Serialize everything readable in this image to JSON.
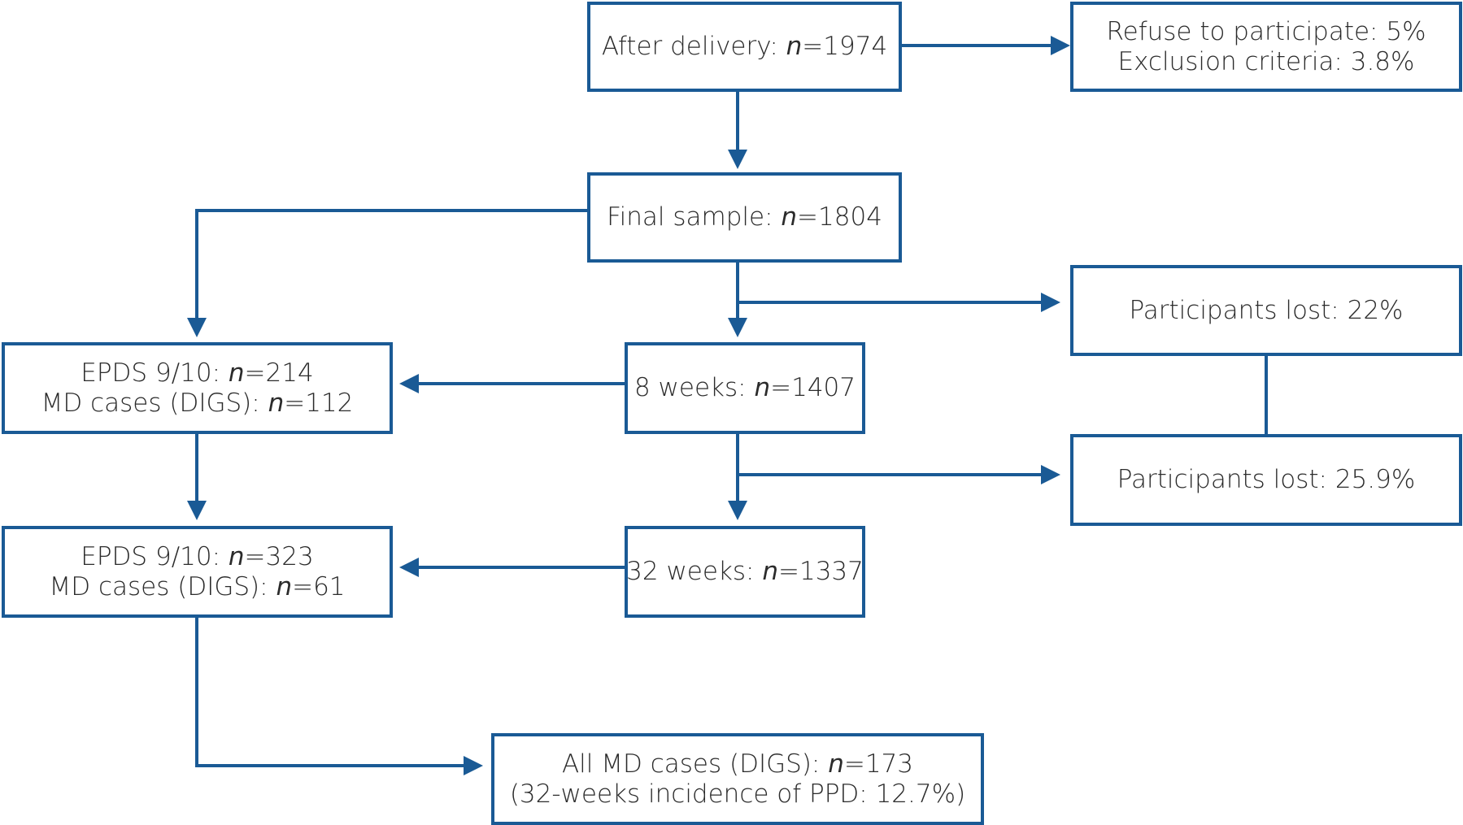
{
  "colors": {
    "stroke": "#1a5a95",
    "text": "#2b2b2b",
    "background": "#ffffff"
  },
  "nodes": {
    "after_delivery": {
      "prefix": "After delivery: ",
      "n": "n",
      "value": "=1974"
    },
    "excluded": {
      "line1": "Refuse to participate: 5%",
      "line2": "Exclusion criteria: 3.8%"
    },
    "final_sample": {
      "prefix": "Final sample: ",
      "n": "n",
      "value": "=1804"
    },
    "lost_8w": {
      "text": "Participants lost: 22%"
    },
    "epds_baseline": {
      "line1_prefix": "EPDS 9/10: ",
      "line1_n": "n",
      "line1_value": "=214",
      "line2_prefix": "MD cases (DIGS): ",
      "line2_n": "n",
      "line2_value": "=112"
    },
    "weeks8": {
      "prefix": "8 weeks: ",
      "n": "n",
      "value": "=1407"
    },
    "lost_32w": {
      "text": "Participants lost: 25.9%"
    },
    "epds_8w": {
      "line1_prefix": "EPDS 9/10: ",
      "line1_n": "n",
      "line1_value": "=323",
      "line2_prefix": "MD cases (DIGS): ",
      "line2_n": "n",
      "line2_value": "=61"
    },
    "weeks32": {
      "prefix": "32 weeks: ",
      "n": "n",
      "value": "=1337"
    },
    "all_md": {
      "line1_prefix": "All MD cases (DIGS): ",
      "line1_n": "n",
      "line1_value": "=173",
      "line2": "(32-weeks incidence of PPD: 12.7%)"
    }
  }
}
